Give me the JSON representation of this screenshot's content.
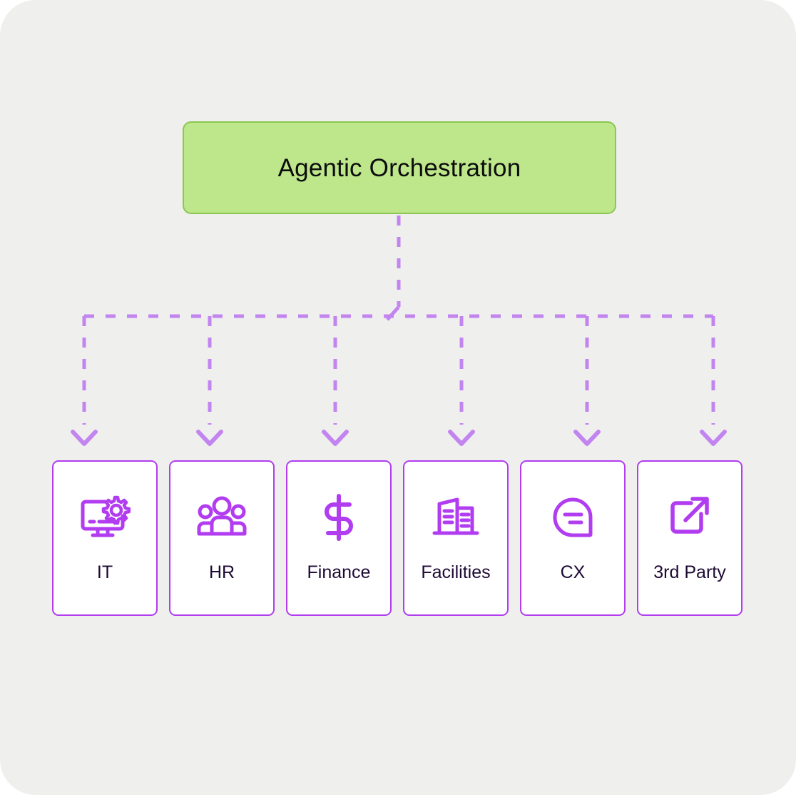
{
  "diagram": {
    "type": "hierarchy-tree",
    "root": {
      "label": "Agentic Orchestration",
      "fill_color": "#bde78a",
      "border_color": "#8cc751",
      "text_color": "#0d0d0d"
    },
    "connector": {
      "style": "dashed",
      "color": "#c285f0",
      "arrowhead": "chevron-down"
    },
    "background_color": "#efefee",
    "children": [
      {
        "id": "it",
        "label": "IT",
        "icon": "monitor-gear-icon"
      },
      {
        "id": "hr",
        "label": "HR",
        "icon": "people-group-icon"
      },
      {
        "id": "finance",
        "label": "Finance",
        "icon": "dollar-sign-icon"
      },
      {
        "id": "facilities",
        "label": "Facilities",
        "icon": "buildings-icon"
      },
      {
        "id": "cx",
        "label": "CX",
        "icon": "chat-bubble-icon"
      },
      {
        "id": "thirdparty",
        "label": "3rd Party",
        "icon": "external-link-icon"
      }
    ],
    "card_style": {
      "fill_color": "#ffffff",
      "border_color": "#b13cf0",
      "icon_color": "#b13cf0",
      "label_color": "#1d0a33"
    }
  }
}
